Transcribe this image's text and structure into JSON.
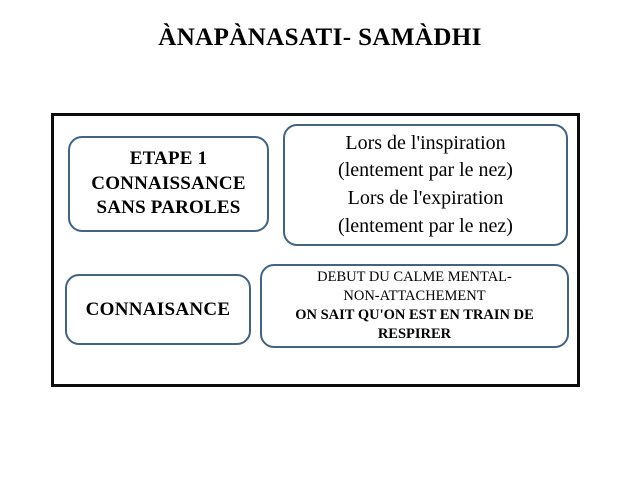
{
  "slide": {
    "title": "ÀNAPÀNASATI- SAMÀDHI",
    "background_color": "#ffffff",
    "text_color": "#000000",
    "frame_border_color": "#0b0b0b",
    "box_border_color": "#43637f"
  },
  "boxes": {
    "etape1": {
      "name": "ETAPE 1 CONNAISSANCE SANS PAROLES",
      "lines": [
        "ETAPE 1",
        "CONNAISSANCE",
        "SANS PAROLES"
      ]
    },
    "respiration": {
      "name": "Lors de l'inspiration / expiration",
      "lines": [
        "Lors de l'inspiration",
        "(lentement par le nez)",
        "Lors de l'expiration",
        "(lentement par le nez)"
      ]
    },
    "connaisance": {
      "name": "CONNAISANCE",
      "lines": [
        "CONNAISANCE"
      ]
    },
    "calme": {
      "name": "DEBUT DU CALME MENTAL",
      "lines_regular": [
        "DEBUT DU CALME MENTAL-",
        "NON-ATTACHEMENT"
      ],
      "lines_bold": [
        "ON SAIT QU'ON EST EN TRAIN DE",
        "RESPIRER"
      ]
    }
  }
}
